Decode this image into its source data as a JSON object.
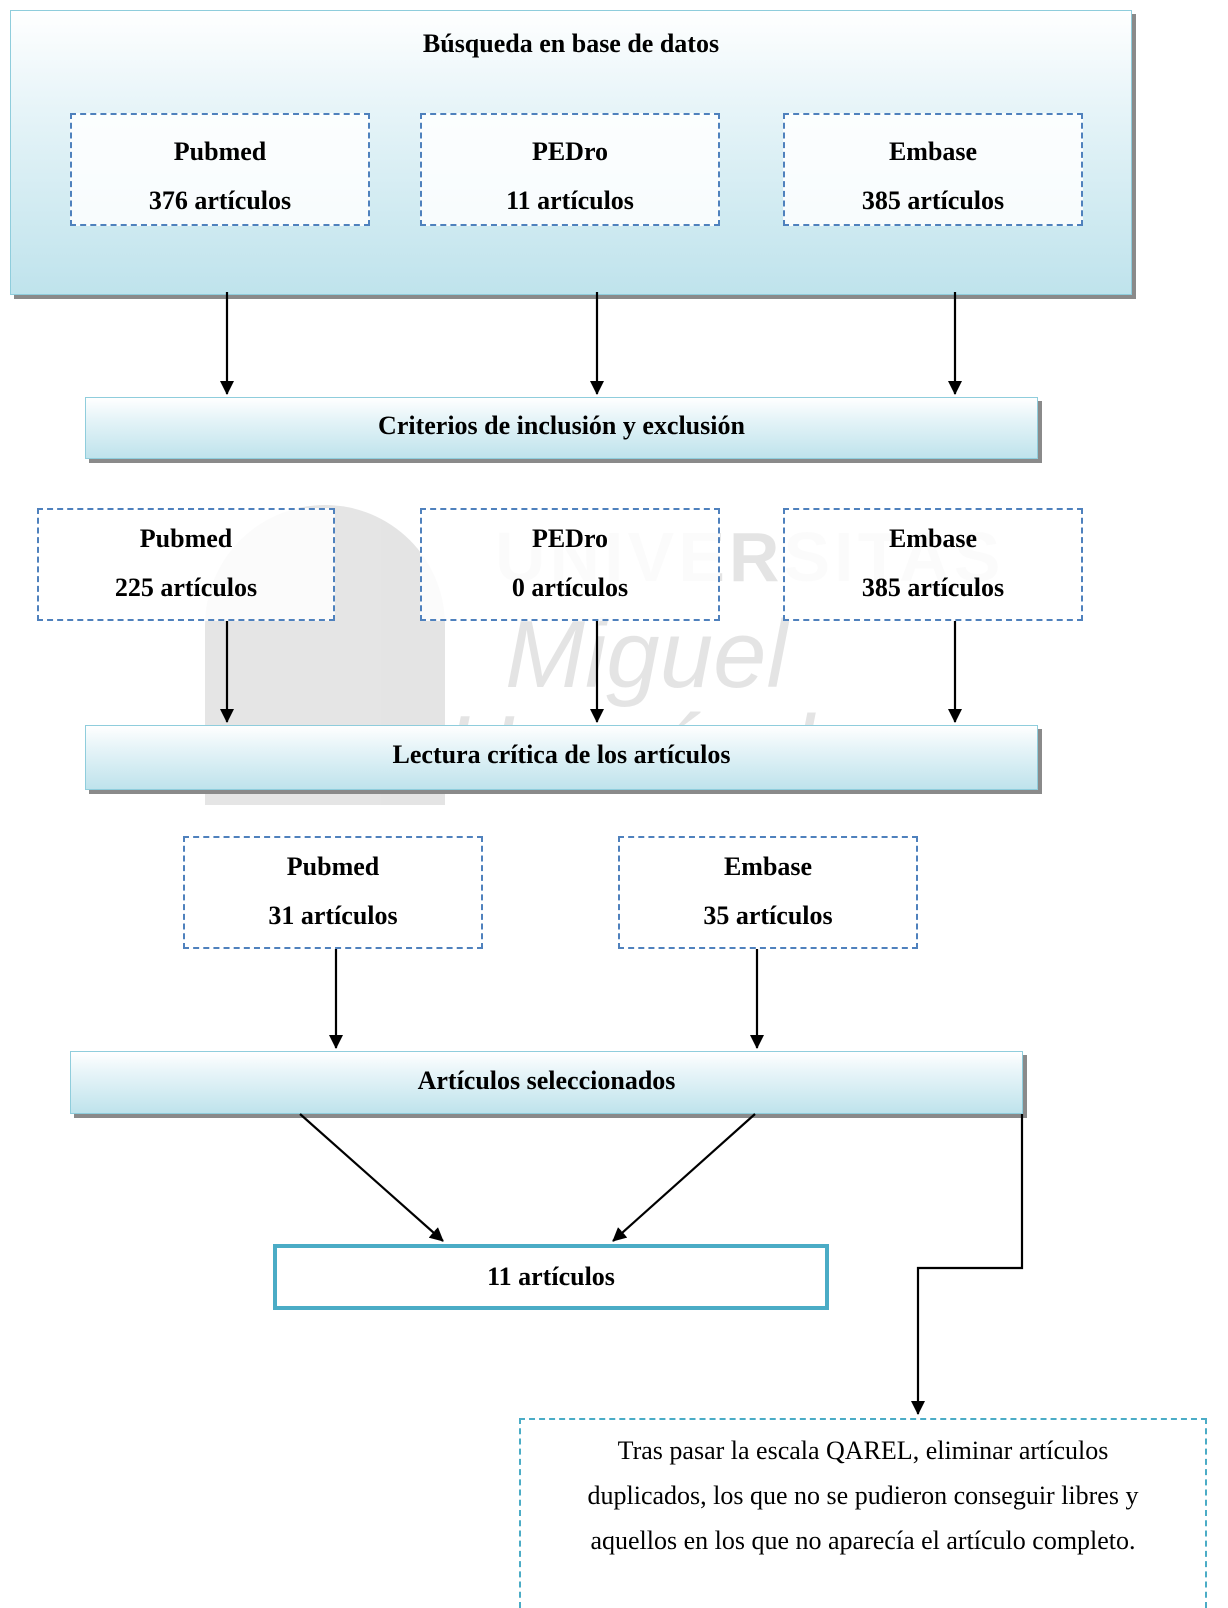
{
  "top_box": {
    "title": "Búsqueda en base de datos",
    "sources": [
      {
        "name": "Pubmed",
        "count": "376 artículos"
      },
      {
        "name": "PEDro",
        "count": "11 artículos"
      },
      {
        "name": "Embase",
        "count": "385 artículos"
      }
    ]
  },
  "criteria": {
    "label": "Criterios de inclusión y exclusión"
  },
  "after_criteria": [
    {
      "name": "Pubmed",
      "count": "225 artículos"
    },
    {
      "name": "PEDro",
      "count": "0 artículos"
    },
    {
      "name": "Embase",
      "count": "385 artículos"
    }
  ],
  "reading": {
    "label": "Lectura crítica de los artículos"
  },
  "after_reading": [
    {
      "name": "Pubmed",
      "count": "31 artículos"
    },
    {
      "name": "Embase",
      "count": "35 artículos"
    }
  ],
  "selected": {
    "label": "Artículos seleccionados"
  },
  "final": {
    "label": "11 artículos"
  },
  "note": {
    "lines": [
      "Tras pasar la escala QAREL, eliminar artículos",
      "duplicados, los que no se pudieron conseguir libres y",
      "aquellos en los que no aparecía el artículo completo."
    ]
  },
  "watermark": {
    "line1": "UNIVERSITAS",
    "line2": "Miguel",
    "line3": "Hernández"
  },
  "colors": {
    "box_border": "#8fcddc",
    "dash_border": "#4f81bd",
    "final_border": "#4bacc6",
    "arrow": "#000000"
  }
}
